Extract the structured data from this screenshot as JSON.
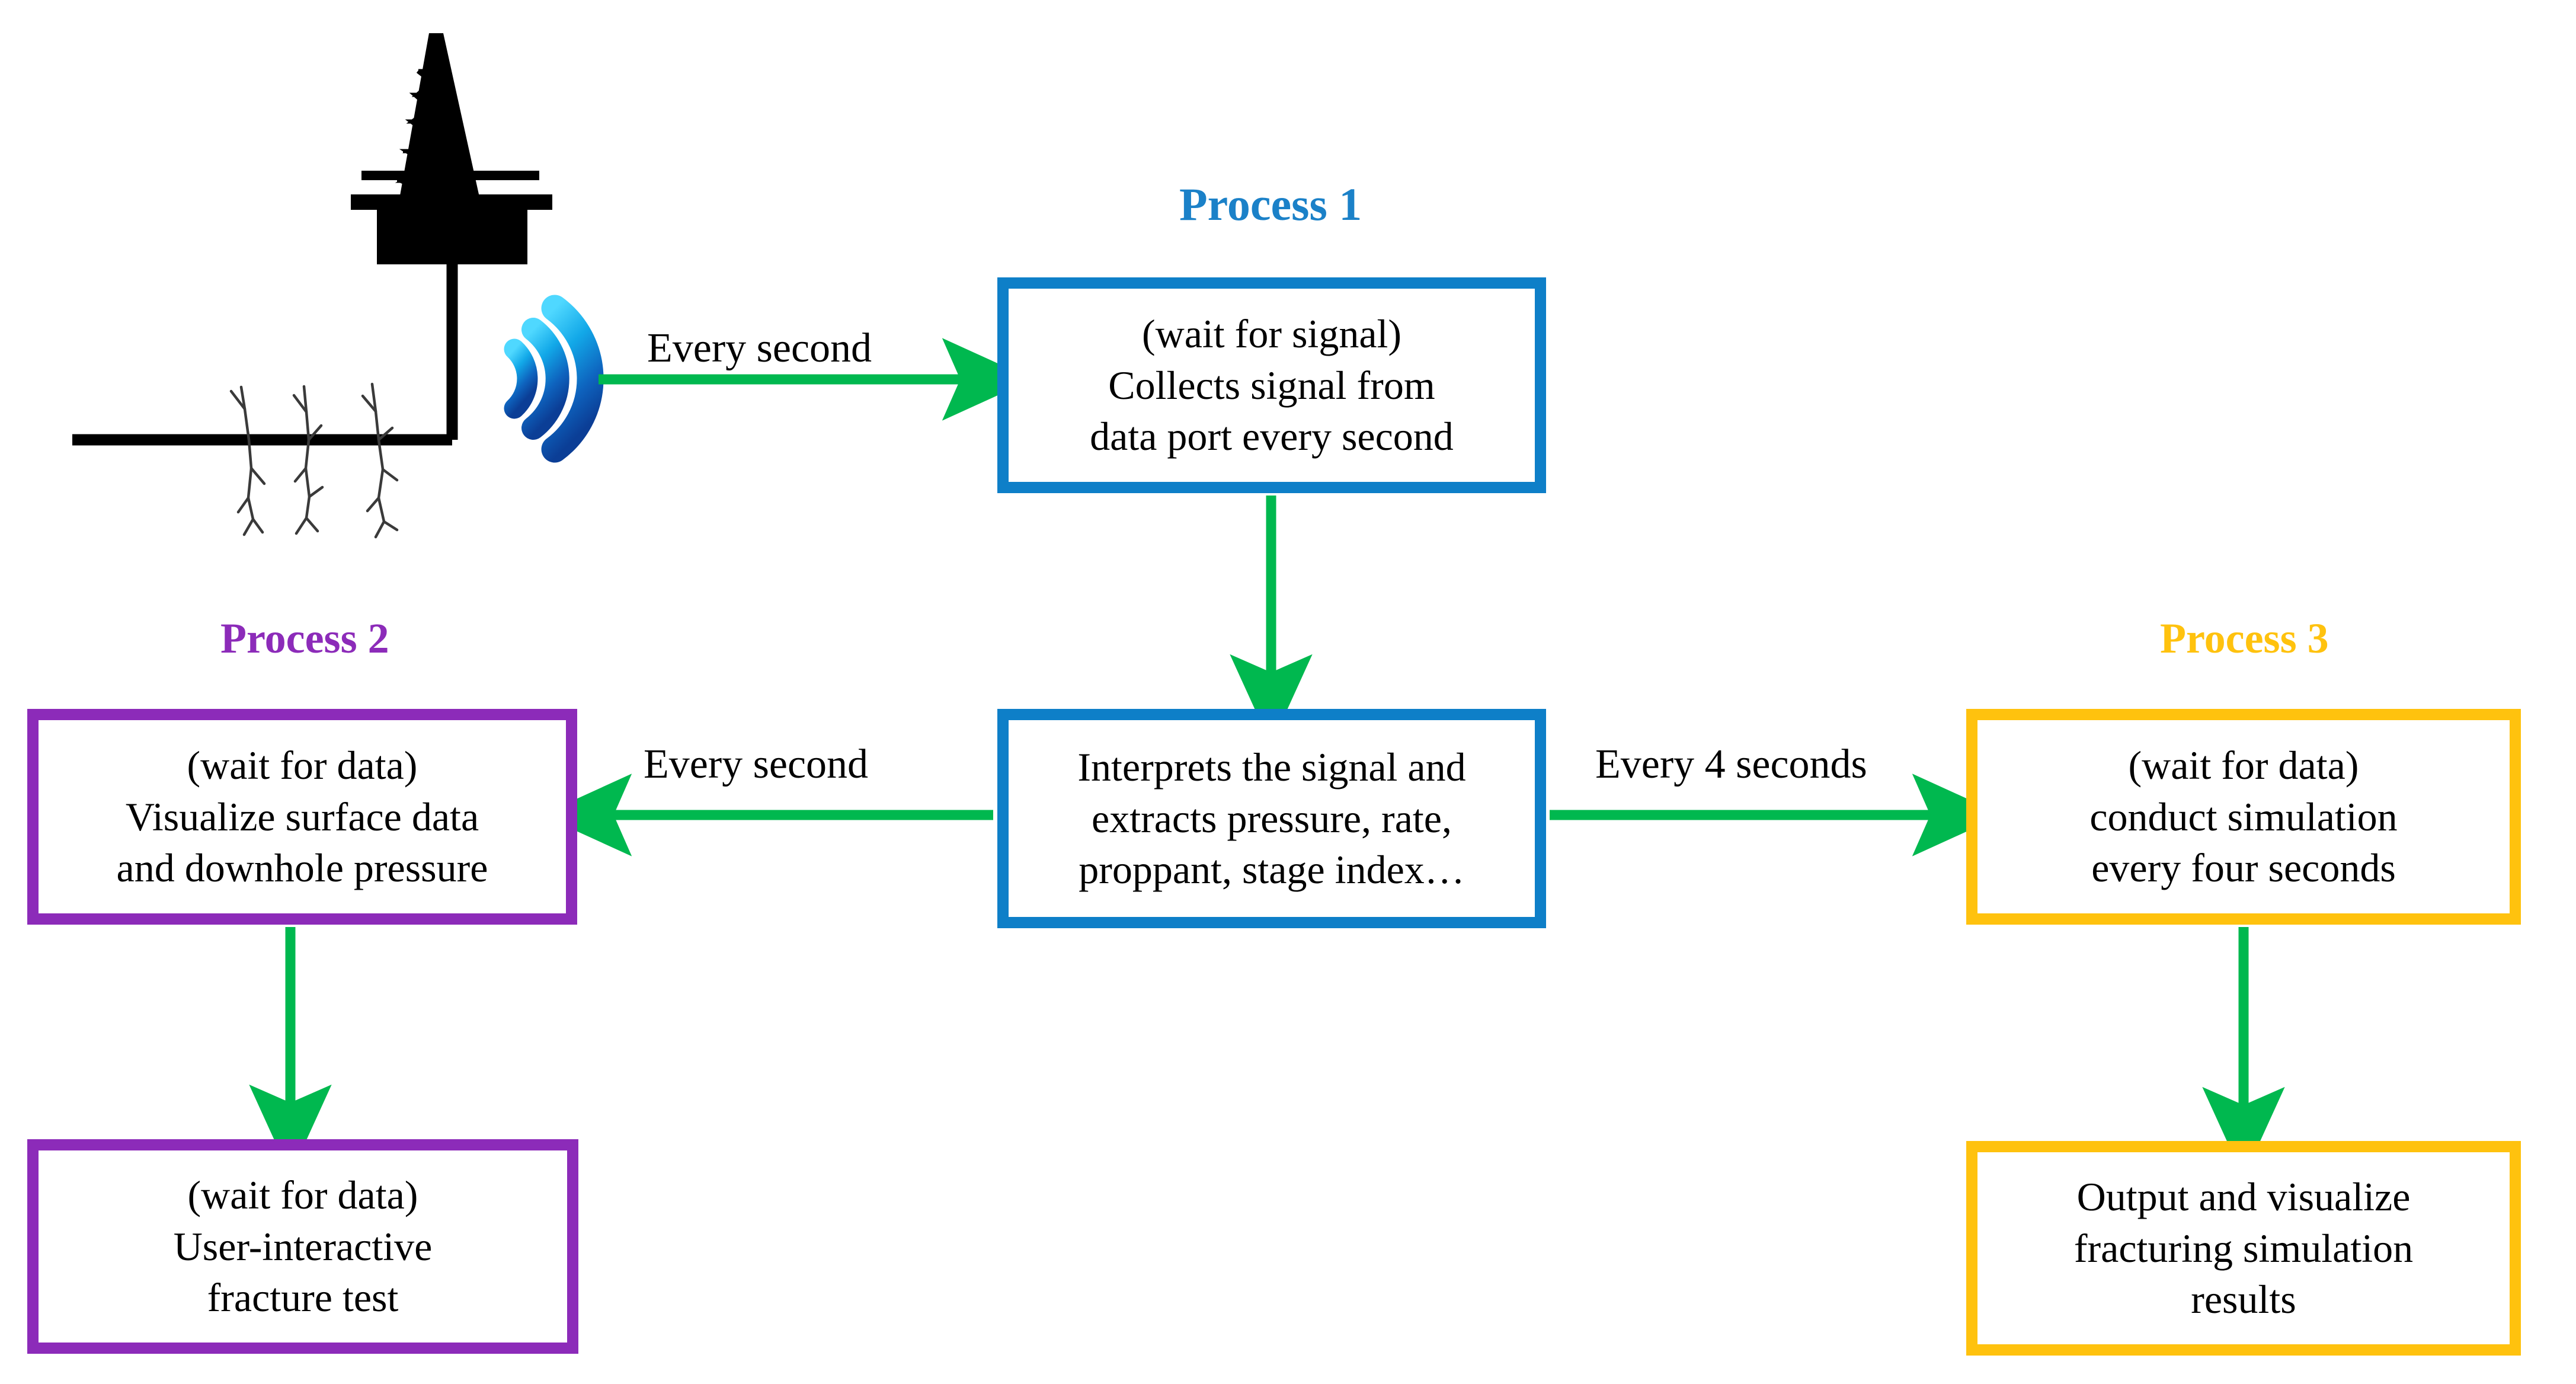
{
  "diagram": {
    "title_process1": "Process 1",
    "title_process2": "Process 2",
    "title_process3": "Process 3",
    "colors": {
      "process1": "#0E7FC8",
      "process1_title": "#1B81C8",
      "process2": "#8C2BB9",
      "process3": "#FFC20E",
      "arrow": "#00B84F",
      "rig": "#000000",
      "signal_light": "#29C3F0",
      "signal_dark": "#1560B5",
      "background": "#FFFFFF"
    }
  },
  "nodes": {
    "collect": {
      "id": "collect-signal-box",
      "process": "Process 1",
      "lines": [
        "(wait for signal)",
        "Collects signal from",
        "data port every second"
      ]
    },
    "interpret": {
      "id": "interpret-signal-box",
      "process": "Process 1",
      "lines": [
        "Interprets the signal and",
        "extracts pressure, rate,",
        "proppant, stage index…"
      ]
    },
    "visualize": {
      "id": "visualize-surface-data-box",
      "process": "Process 2",
      "lines": [
        "(wait for data)",
        "Visualize surface data",
        "and downhole pressure"
      ]
    },
    "fracture_test": {
      "id": "user-interactive-fracture-test-box",
      "process": "Process 2",
      "lines": [
        "(wait for data)",
        "User-interactive",
        "fracture test"
      ]
    },
    "simulation": {
      "id": "conduct-simulation-box",
      "process": "Process 3",
      "lines": [
        "(wait for data)",
        "conduct simulation",
        "every four seconds"
      ]
    },
    "output": {
      "id": "output-visualize-results-box",
      "process": "Process 3",
      "lines": [
        "Output and visualize",
        "fracturing simulation",
        "results"
      ]
    }
  },
  "edges": {
    "rig_to_collect": {
      "label": "Every second",
      "from": "wireless-signal",
      "to": "collect-signal-box"
    },
    "collect_to_interpret": {
      "label": "",
      "from": "collect-signal-box",
      "to": "interpret-signal-box"
    },
    "interpret_to_visualize": {
      "label": "Every second",
      "from": "interpret-signal-box",
      "to": "visualize-surface-data-box"
    },
    "interpret_to_simulation": {
      "label": "Every 4 seconds",
      "from": "interpret-signal-box",
      "to": "conduct-simulation-box"
    },
    "visualize_to_fracture": {
      "label": "",
      "from": "visualize-surface-data-box",
      "to": "user-interactive-fracture-test-box"
    },
    "simulation_to_output": {
      "label": "",
      "from": "conduct-simulation-box",
      "to": "output-visualize-results-box"
    }
  },
  "icons": {
    "drilling_rig": "drilling-rig-icon",
    "wireless_signal": "wireless-signal-icon",
    "wellbore": "horizontal-wellbore-icon",
    "fractures": "hydraulic-fracture-network-icon"
  }
}
